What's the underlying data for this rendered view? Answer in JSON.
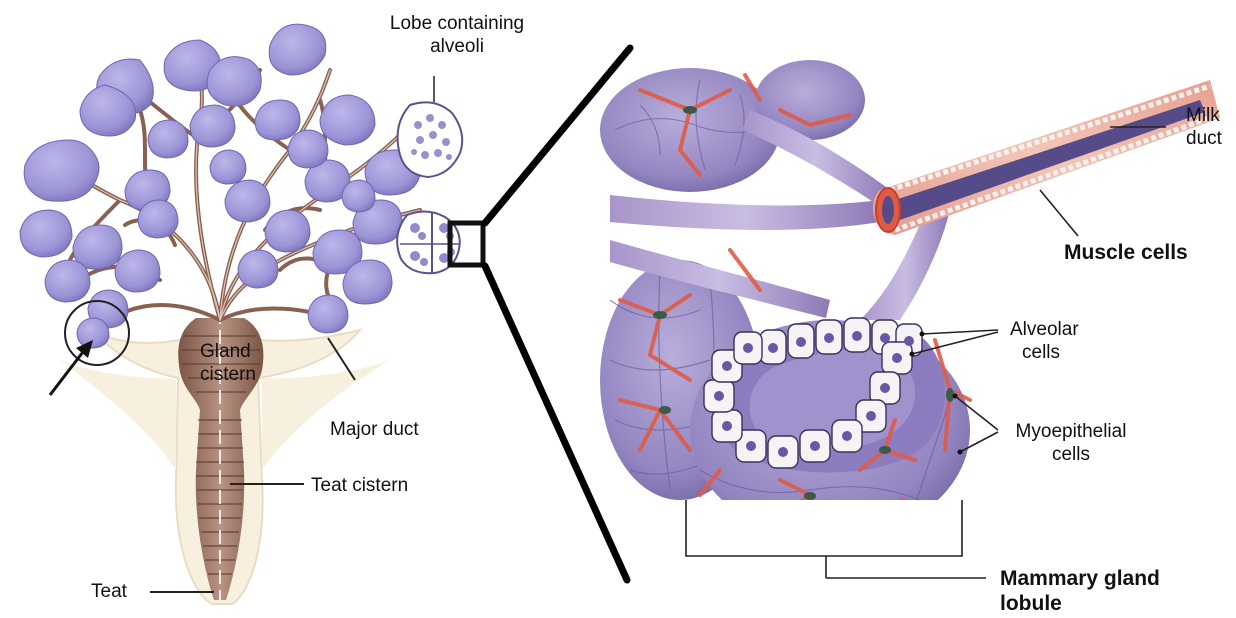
{
  "labels": {
    "lobe_line1": "Lobe containing",
    "lobe_line2": "alveoli",
    "gland_line1": "Gland",
    "gland_line2": "cistern",
    "major_duct": "Major duct",
    "teat_cistern": "Teat cistern",
    "teat": "Teat",
    "milk_line1": "Milk",
    "milk_line2": "duct",
    "muscle_cells": "Muscle cells",
    "alveolar_line1": "Alveolar",
    "alveolar_line2": "cells",
    "myo_line1": "Myoepithelial",
    "myo_line2": "cells",
    "lobule_line1": "Mammary gland",
    "lobule_line2": "lobule"
  },
  "colors": {
    "alveoli": "#9f98d6",
    "alveoli_dark": "#7f77c0",
    "duct": "#8a6150",
    "udder_skin": "#f7f0df",
    "teat_stripes": "#8d6150",
    "myoepithelial": "#e05b45",
    "lobule_tissue": "#9a8cc6",
    "alveolar_cell": "#f6f3f7",
    "nucleus": "#6a55a6"
  }
}
